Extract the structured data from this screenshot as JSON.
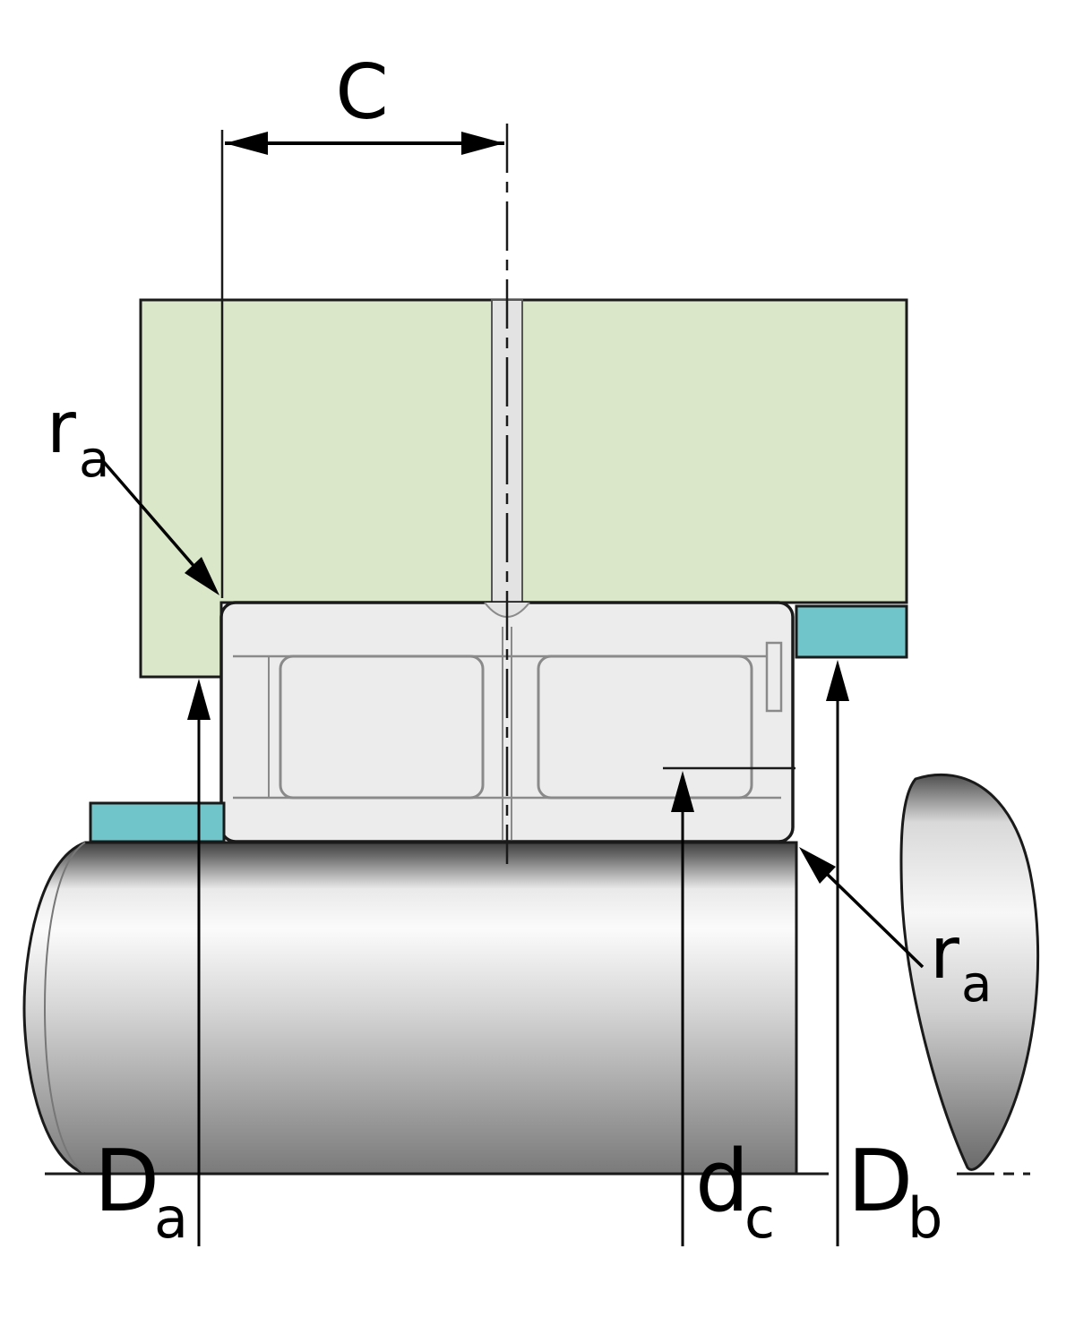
{
  "drawing": {
    "kind": "bearing-mounting-cross-section",
    "dimension_labels": {
      "c": "C",
      "ra_top": {
        "base": "r",
        "sub": "a"
      },
      "ra_bottom": {
        "base": "r",
        "sub": "a"
      },
      "da": {
        "base": "D",
        "sub": "a"
      },
      "dc": {
        "base": "d",
        "sub": "c"
      },
      "db": {
        "base": "D",
        "sub": "b"
      }
    }
  },
  "colors": {
    "housing": "#dbe7c9",
    "abutment": "#6fc5ca",
    "bearing-fill": "#ececec",
    "channel-fill": "#e3e3e3",
    "line": "#1a1a1a",
    "soft-line": "#8a8a8a"
  }
}
